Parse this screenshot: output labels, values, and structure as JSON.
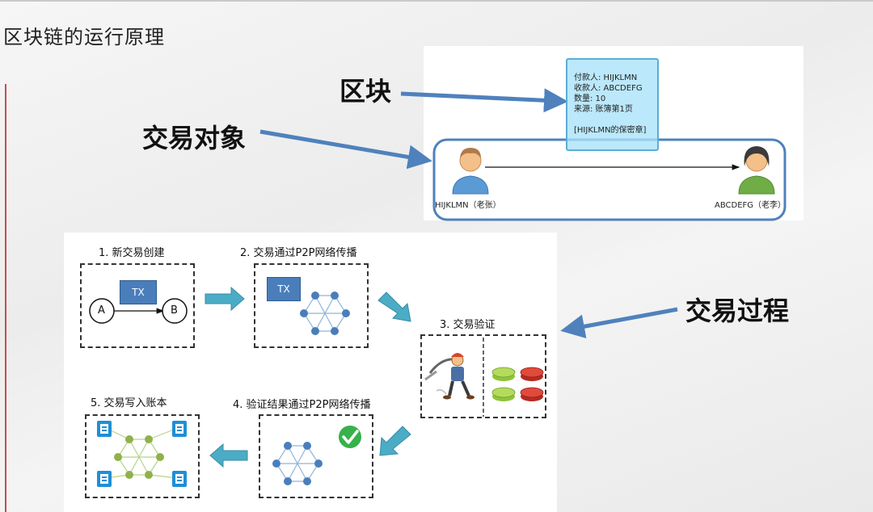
{
  "page": {
    "title": "区块链的运行原理"
  },
  "top_diagram": {
    "label_block": "区块",
    "label_tx_object": "交易对象",
    "block_card": {
      "line1": "付款人: HIJKLMN",
      "line2": "收款人: ABCDEFG",
      "line3": "数量: 10",
      "line4": "来源: 账簿第1页",
      "line5": "[HIJKLMN的保密章]"
    },
    "payer_name": "HIJKLMN（老张）",
    "payee_name": "ABCDEFG（老李）"
  },
  "process": {
    "side_label": "交易过程",
    "step1": {
      "title": "1. 新交易创建",
      "tx": "TX",
      "node_a": "A",
      "node_b": "B"
    },
    "step2": {
      "title": "2. 交易通过P2P网络传播",
      "tx": "TX"
    },
    "step3": {
      "title": "3. 交易验证"
    },
    "step4": {
      "title": "4. 验证结果通过P2P网络传播"
    },
    "step5": {
      "title": "5. 交易写入账本"
    }
  },
  "colors": {
    "accent_blue": "#4f81bd",
    "card_fill": "#a8e2f8",
    "teal_arrow": "#4bacc6",
    "check_green": "#36b24a",
    "ledger_blue": "#1f8fd6",
    "network_node": "#4a7ebb",
    "ledger_node": "#8fb24a",
    "red_line": "#c0504d"
  },
  "icons": [
    "person-male-icon",
    "person-female-icon",
    "miner-icon",
    "check-icon",
    "ledger-icon",
    "network-icon",
    "router-icon"
  ]
}
